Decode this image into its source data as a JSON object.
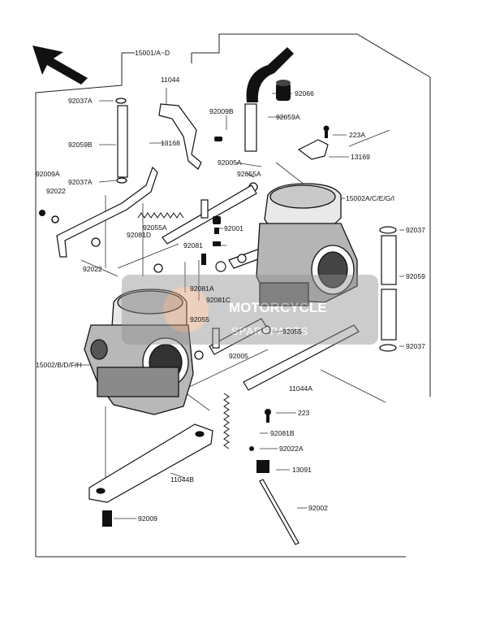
{
  "diagram": {
    "part_labels": {
      "assembly_top": "15001/A~D",
      "p11044": "11044",
      "p92037A_top": "92037A",
      "p92009B": "92009B",
      "p92066": "92066",
      "p92059A": "92059A",
      "p223A": "223A",
      "p92059B": "92059B",
      "p13168": "13168",
      "p13169": "13169",
      "p92005A": "92005A",
      "p92055A_top": "92055A",
      "p92009A": "92009A",
      "p92037A_mid": "92037A",
      "p92022_left": "92022",
      "p15002ACEGI": "15002A/C/E/G/I",
      "p92055A_mid": "92055A",
      "p92081D": "92081D",
      "p92001": "92001",
      "p92037_right_top": "92037",
      "p92022_mid": "92022",
      "p92081": "92081",
      "p92059": "92059",
      "p92081A": "92081A",
      "p92081C": "92081C",
      "p92055_left": "92055",
      "p92055_right": "92055",
      "p92037_right_bottom": "92037",
      "p92005": "92005",
      "p15002BDFH": "15002/B/D/F/H",
      "p11044A": "11044A",
      "p223": "223",
      "p92081B": "92081B",
      "p92022A": "92022A",
      "p13091": "13091",
      "p11044B": "11044B",
      "p92002": "92002",
      "p92009": "92009"
    },
    "watermark": {
      "brand": "MOTORCYCLE",
      "sub": "SPAREPARTS"
    }
  }
}
